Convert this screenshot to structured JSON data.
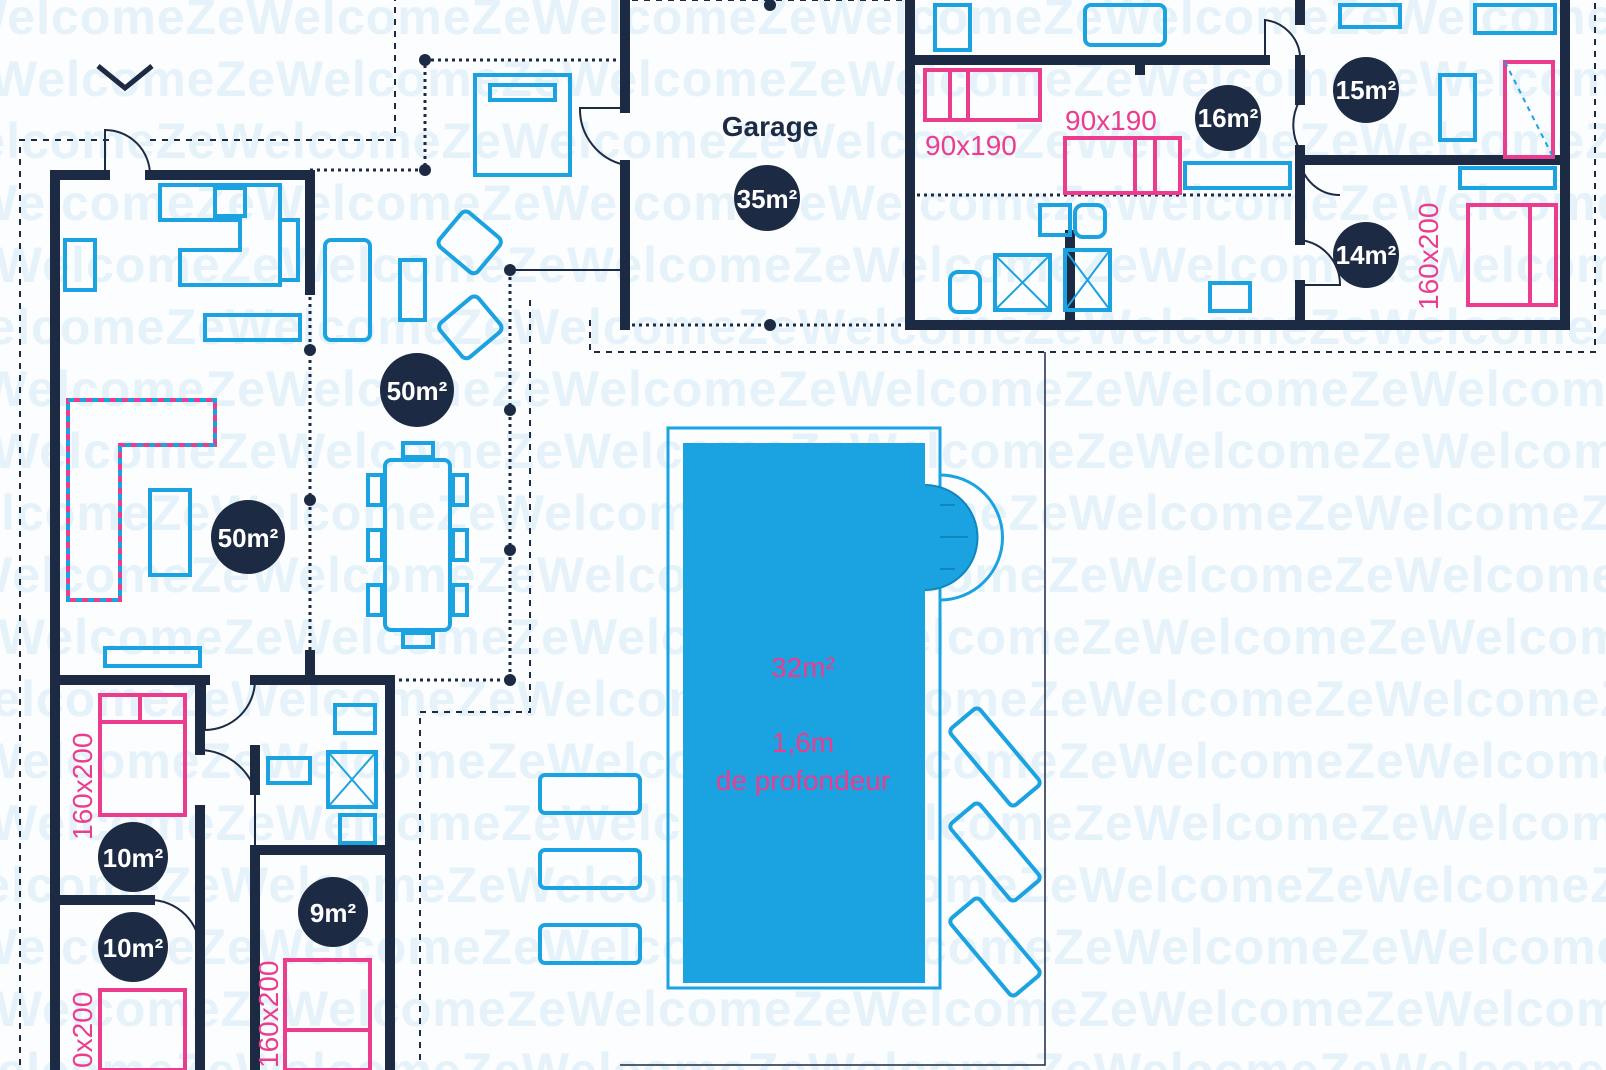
{
  "watermark": {
    "text": "WelcomeZeWelcomeZeWelcomeZeWelcomeZeWelcomeZeWelcomeZe"
  },
  "colors": {
    "wall": "#1d2a44",
    "furniture": "#1aa3e0",
    "bed": "#ec3c8e",
    "pool": "#1aa3e0",
    "badge": "#1d2a44",
    "watermark": "#e6f2fa"
  },
  "rooms": {
    "garage": {
      "label": "Garage",
      "area": "35m²"
    },
    "room_16": {
      "area": "16m²"
    },
    "room_15": {
      "area": "15m²"
    },
    "room_14": {
      "area": "14m²"
    },
    "terrace": {
      "area": "50m²"
    },
    "living": {
      "area": "50m²"
    },
    "bedroom_a": {
      "area": "10m²"
    },
    "bedroom_b": {
      "area": "10m²"
    },
    "bedroom_c": {
      "area": "9m²"
    }
  },
  "beds": {
    "bed_1": "90x190",
    "bed_2": "90x190",
    "bed_3": "160x200",
    "bed_4": "160x200",
    "bed_5": "0x200",
    "bed_6": "160x200"
  },
  "pool": {
    "area": "32m²",
    "depth": "1,6m",
    "depth_note": "de profondeur"
  }
}
